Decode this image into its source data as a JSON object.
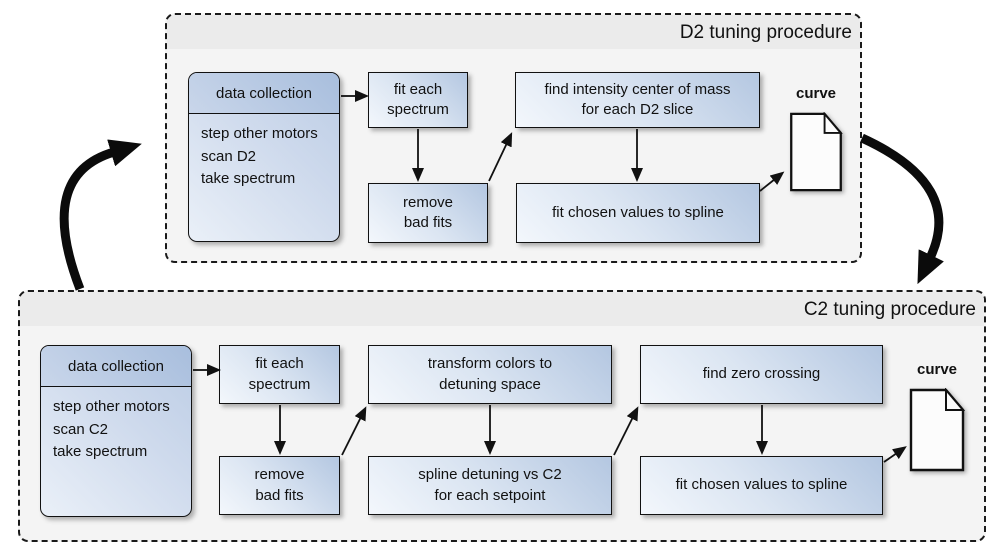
{
  "diagram": {
    "d2": {
      "title": "D2 tuning procedure",
      "data_collection": {
        "header": "data collection",
        "body": "step other motors\nscan D2\ntake spectrum"
      },
      "steps": {
        "fit_each_spectrum": "fit each\nspectrum",
        "remove_bad_fits": "remove\nbad fits",
        "center_of_mass": "find intensity center of mass\nfor each D2 slice",
        "fit_spline": "fit chosen values to spline"
      },
      "output_label": "curve"
    },
    "c2": {
      "title": "C2 tuning procedure",
      "data_collection": {
        "header": "data collection",
        "body": "step other motors\nscan C2\ntake spectrum"
      },
      "steps": {
        "fit_each_spectrum": "fit each\nspectrum",
        "remove_bad_fits": "remove\nbad fits",
        "transform_colors": "transform colors to\ndetuning space",
        "spline_detuning": "spline detuning vs C2\nfor each setpoint",
        "find_zero_crossing": "find zero crossing",
        "fit_spline": "fit chosen values to spline"
      },
      "output_label": "curve"
    },
    "colors": {
      "node_fill_light": "#f3f7fc",
      "node_fill_dark": "#b4c7e1",
      "header_fill_light": "#c9d6ea",
      "header_fill_dark": "#a8bedd",
      "group_bg": "#f4f4f4",
      "group_title_bg": "#ebebeb",
      "border": "#111111",
      "arrow": "#0b0b0b"
    }
  }
}
